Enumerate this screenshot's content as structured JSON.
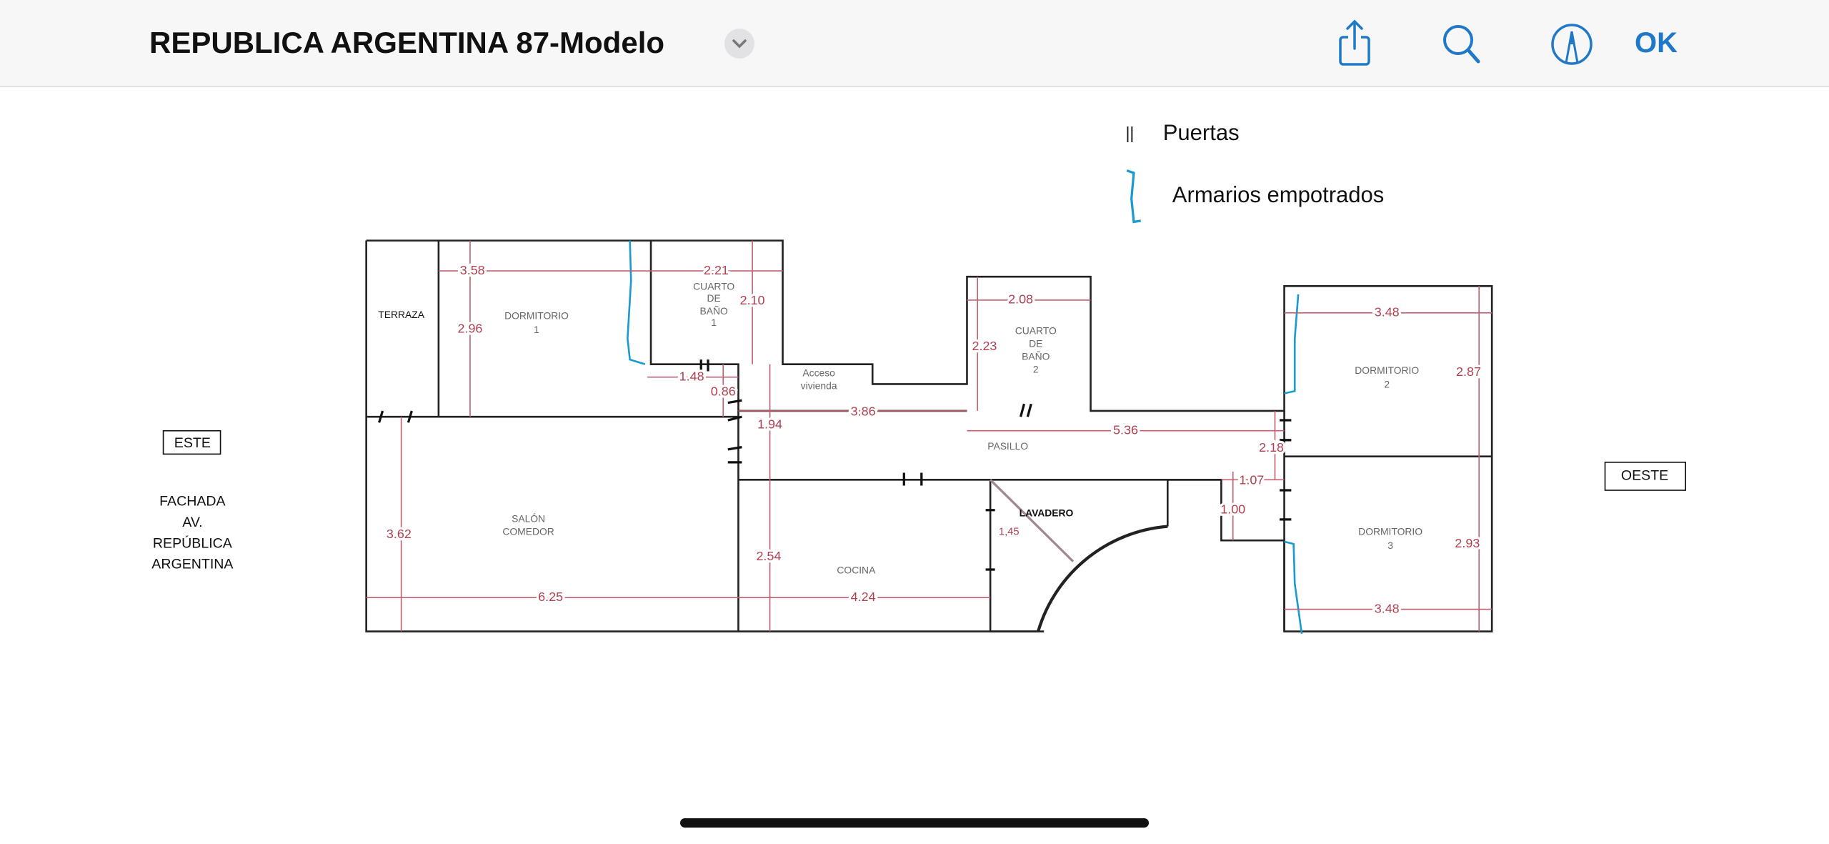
{
  "header": {
    "title": "REPUBLICA ARGENTINA 87-Modelo",
    "menu_icon": "chevron-down-icon",
    "share_icon": "share-icon",
    "search_icon": "search-icon",
    "markup_icon": "markup-pen-icon",
    "done_label": "OK",
    "accent": "#1f78c8"
  },
  "legend": {
    "doors_symbol": "||",
    "doors_label": "Puertas",
    "closets_label": "Armarios empotrados",
    "closet_color": "#1a9bd0"
  },
  "orientation": {
    "east": "ESTE",
    "west": "OESTE",
    "facade": [
      "FACHADA",
      "AV.",
      "REPÚBLICA",
      "ARGENTINA"
    ]
  },
  "rooms": {
    "terraza": [
      "TERRAZA"
    ],
    "dormitorio1": [
      "DORMITORIO",
      "1"
    ],
    "bano1": [
      "CUARTO",
      "DE",
      "BAÑO",
      "1"
    ],
    "acceso": [
      "Acceso",
      "vivienda"
    ],
    "bano2": [
      "CUARTO",
      "DE",
      "BAÑO",
      "2"
    ],
    "pasillo": [
      "PASILLO"
    ],
    "dormitorio2": [
      "DORMITORIO",
      "2"
    ],
    "salon": [
      "SALÓN",
      "COMEDOR"
    ],
    "cocina": [
      "COCINA"
    ],
    "lavadero": [
      "LAVADERO"
    ],
    "dormitorio3": [
      "DORMITORIO",
      "3"
    ]
  },
  "dimensions": {
    "dorm1_width": "3.58",
    "dorm1_depth": "2.96",
    "bano1_width": "2.21",
    "bano1_depth": "2.10",
    "hall_small": "1.48",
    "acceso_depth": "0.86",
    "acceso_total": "1.94",
    "pasillo_a": "3.86",
    "pasillo_b": "5.36",
    "pasillo_depth": "2.18",
    "bano2_width": "2.08",
    "bano2_depth": "2.23",
    "dorm2_width": "3.48",
    "dorm2_depth": "2.87",
    "dorm3_width": "3.48",
    "dorm3_depth": "2.93",
    "salon_depth": "3.62",
    "salon_width": "6.25",
    "cocina_depth": "2.54",
    "cocina_width": "4.24",
    "lavadero_diag": "1,45",
    "niche_width": "1.07",
    "niche_depth": "1.00"
  }
}
